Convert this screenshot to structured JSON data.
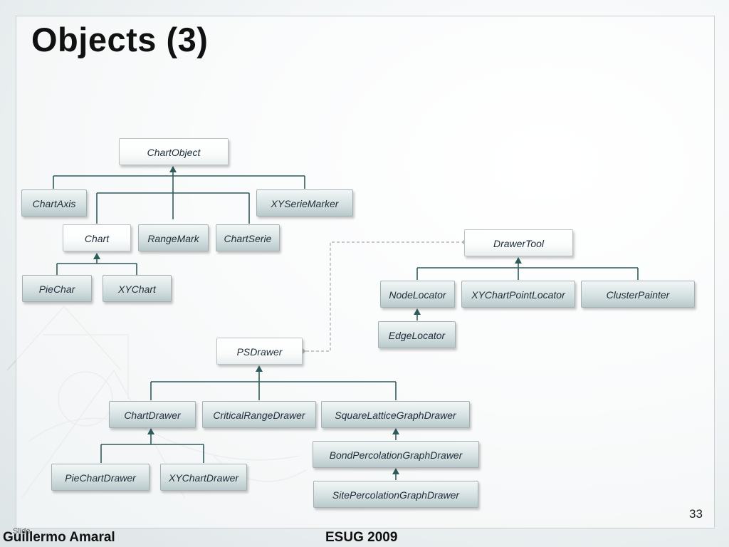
{
  "slide": {
    "title": "Objects (3)",
    "page_number": "33",
    "footer_author": "Guillermo Amaral",
    "footer_overlay": "Slide",
    "footer_event": "ESUG 2009"
  },
  "colors": {
    "connector": "#2f5b5a",
    "dashed_link": "#b3b8ba",
    "node_text": "#1d2d3a"
  },
  "diagram": {
    "nodes": {
      "chart_object": "ChartObject",
      "chart_axis": "ChartAxis",
      "xy_serie_marker": "XYSerieMarker",
      "chart": "Chart",
      "range_mark": "RangeMark",
      "chart_serie": "ChartSerie",
      "pie_char": "PieChar",
      "xy_chart": "XYChart",
      "drawer_tool": "DrawerTool",
      "node_locator": "NodeLocator",
      "xy_chart_point_locator": "XYChartPointLocator",
      "cluster_painter": "ClusterPainter",
      "edge_locator": "EdgeLocator",
      "ps_drawer": "PSDrawer",
      "chart_drawer": "ChartDrawer",
      "critical_range_drawer": "CriticalRangeDrawer",
      "square_lattice_graph_drawer": "SquareLatticeGraphDrawer",
      "bond_percolation_graph_drawer": "BondPercolationGraphDrawer",
      "pie_chart_drawer": "PieChartDrawer",
      "xy_chart_drawer": "XYChartDrawer",
      "site_percolation_graph_drawer": "SitePercolationGraphDrawer"
    },
    "inheritance": [
      {
        "parent": "ChartObject",
        "children": [
          "ChartAxis",
          "RangeMark",
          "XYSerieMarker",
          "Chart",
          "ChartSerie"
        ]
      },
      {
        "parent": "Chart",
        "children": [
          "PieChar",
          "XYChart"
        ]
      },
      {
        "parent": "DrawerTool",
        "children": [
          "NodeLocator",
          "XYChartPointLocator",
          "ClusterPainter"
        ]
      },
      {
        "parent": "NodeLocator",
        "children": [
          "EdgeLocator"
        ]
      },
      {
        "parent": "PSDrawer",
        "children": [
          "ChartDrawer",
          "CriticalRangeDrawer",
          "SquareLatticeGraphDrawer"
        ]
      },
      {
        "parent": "ChartDrawer",
        "children": [
          "PieChartDrawer",
          "XYChartDrawer"
        ]
      },
      {
        "parent": "SquareLatticeGraphDrawer",
        "children": [
          "BondPercolationGraphDrawer"
        ]
      },
      {
        "parent": "BondPercolationGraphDrawer",
        "children": [
          "SitePercolationGraphDrawer"
        ]
      }
    ],
    "association": {
      "from": "PSDrawer",
      "to": "DrawerTool",
      "style": "dashed",
      "ends": "diamond"
    }
  }
}
